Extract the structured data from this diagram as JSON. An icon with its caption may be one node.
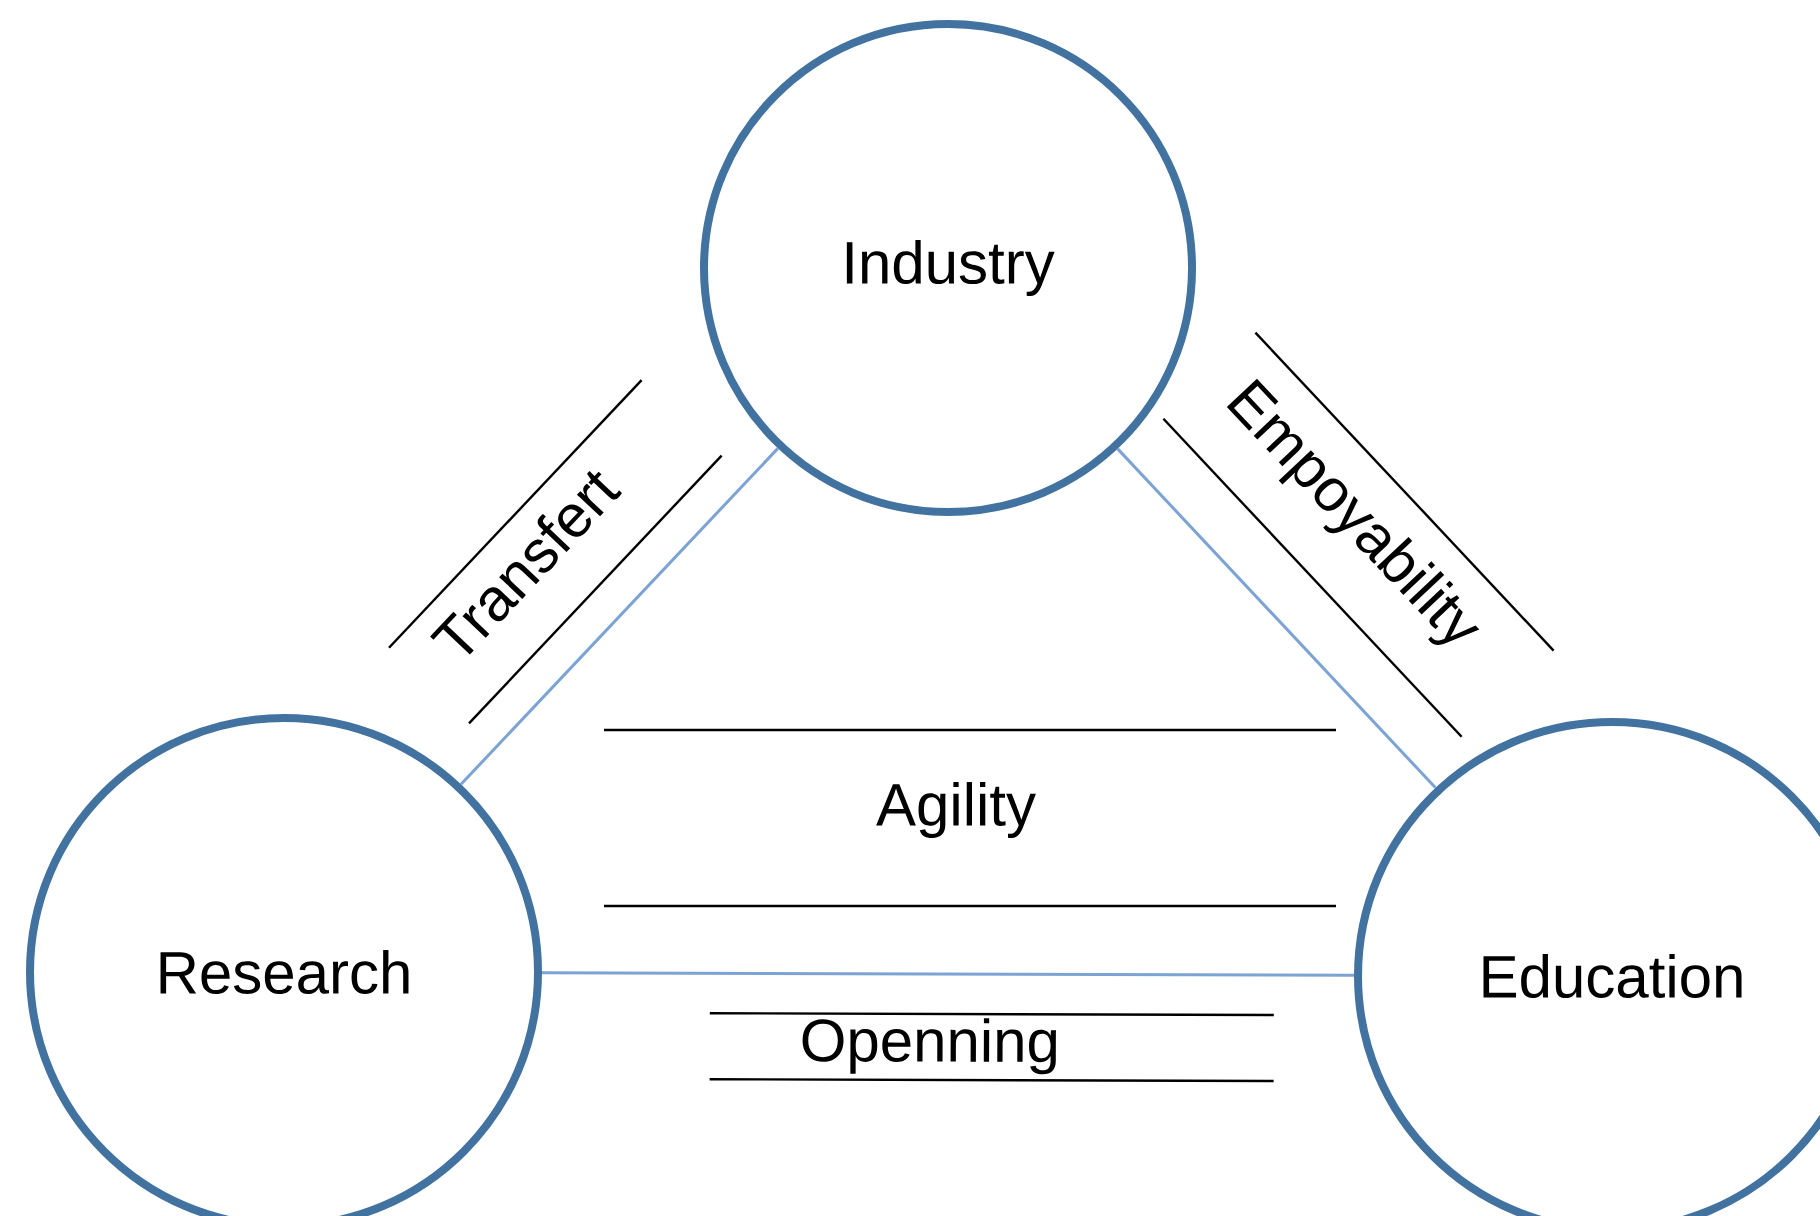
{
  "diagram": {
    "nodes": [
      {
        "text": [
          "Industry"
        ]
      },
      {
        "text": [
          "Research"
        ]
      },
      {
        "text": [
          "Education"
        ]
      }
    ],
    "edges": [
      {
        "from": 0,
        "to": 1,
        "arrow": "none",
        "label": "Transfert"
      },
      {
        "from": 0,
        "to": 2,
        "arrow": "none",
        "label": "Empoyability"
      },
      {
        "from": 1,
        "to": 2,
        "arrow": "none",
        "label": "Openning"
      }
    ],
    "labels": [
      "Agility"
    ]
  }
}
